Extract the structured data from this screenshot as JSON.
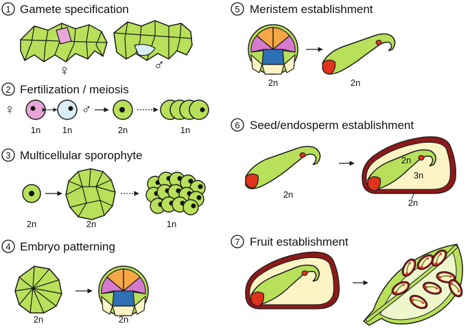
{
  "steps": [
    {
      "num": "1",
      "title": "Gamete specification"
    },
    {
      "num": "2",
      "title": "Fertilization / meiosis"
    },
    {
      "num": "3",
      "title": "Multicellular sporophyte"
    },
    {
      "num": "4",
      "title": "Embryo patterning"
    },
    {
      "num": "5",
      "title": "Meristem establishment"
    },
    {
      "num": "6",
      "title": "Seed/endosperm establishment"
    },
    {
      "num": "7",
      "title": "Fruit establishment"
    }
  ],
  "symbols": {
    "female": "♀",
    "male": "♂"
  },
  "labels": {
    "s2_female_cell": "1n",
    "s2_male_cell": "1n",
    "s2_zygote": "2n",
    "s2_spores": "1n",
    "s3_cell": "2n",
    "s3_body": "2n",
    "s3_spores": "1n",
    "s4_before": "2n",
    "s4_after": "2n",
    "s5_embryo": "2n",
    "s5_seedling": "2n",
    "s6_embryo": "2n",
    "s6_seed_embryo": "2n",
    "s6_endosperm": "3n",
    "s6_coat": "2n"
  },
  "colors": {
    "tissue": "#b8e05a",
    "egg": "#e8a6d8",
    "sperm": "#d8eef6",
    "orange": "#f5a845",
    "magenta": "#d67ad0",
    "blue": "#2f6fb3",
    "cream": "#fdf4c6",
    "meristem": "#e0321c",
    "seed_coat": "#8b1a1a"
  }
}
